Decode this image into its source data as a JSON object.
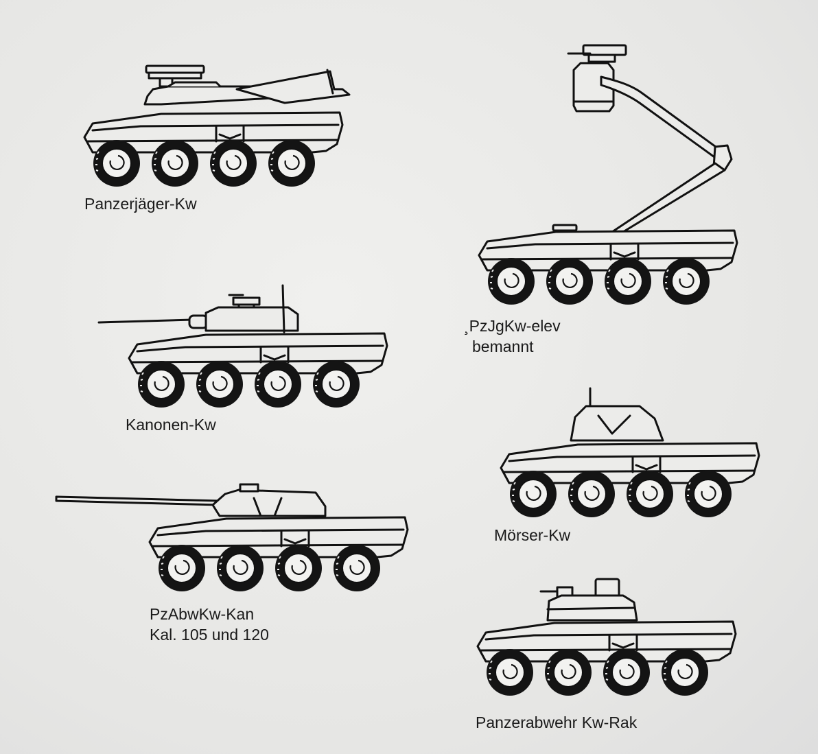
{
  "figure": {
    "vehicles": [
      {
        "id": "panzerjaeger",
        "label_lines": [
          "Panzerjäger-Kw"
        ],
        "weapon": "missile-launcher-turret"
      },
      {
        "id": "pzjgkw-elev",
        "label_lines": [
          "¸PzJgKw-elev",
          "bemannt"
        ],
        "weapon": "elevated-boom-turret"
      },
      {
        "id": "kanonen",
        "label_lines": [
          "Kanonen-Kw"
        ],
        "weapon": "short-cannon-turret"
      },
      {
        "id": "moerser",
        "label_lines": [
          "Mörser-Kw"
        ],
        "weapon": "mortar-turret"
      },
      {
        "id": "pzabwkw-kan",
        "label_lines": [
          "PzAbwKw-Kan",
          "Kal. 105 und 120"
        ],
        "weapon": "long-cannon-turret"
      },
      {
        "id": "panzerabwehr-rak",
        "label_lines": [
          "Panzerabwehr Kw-Rak"
        ],
        "weapon": "missile-turret"
      }
    ]
  }
}
